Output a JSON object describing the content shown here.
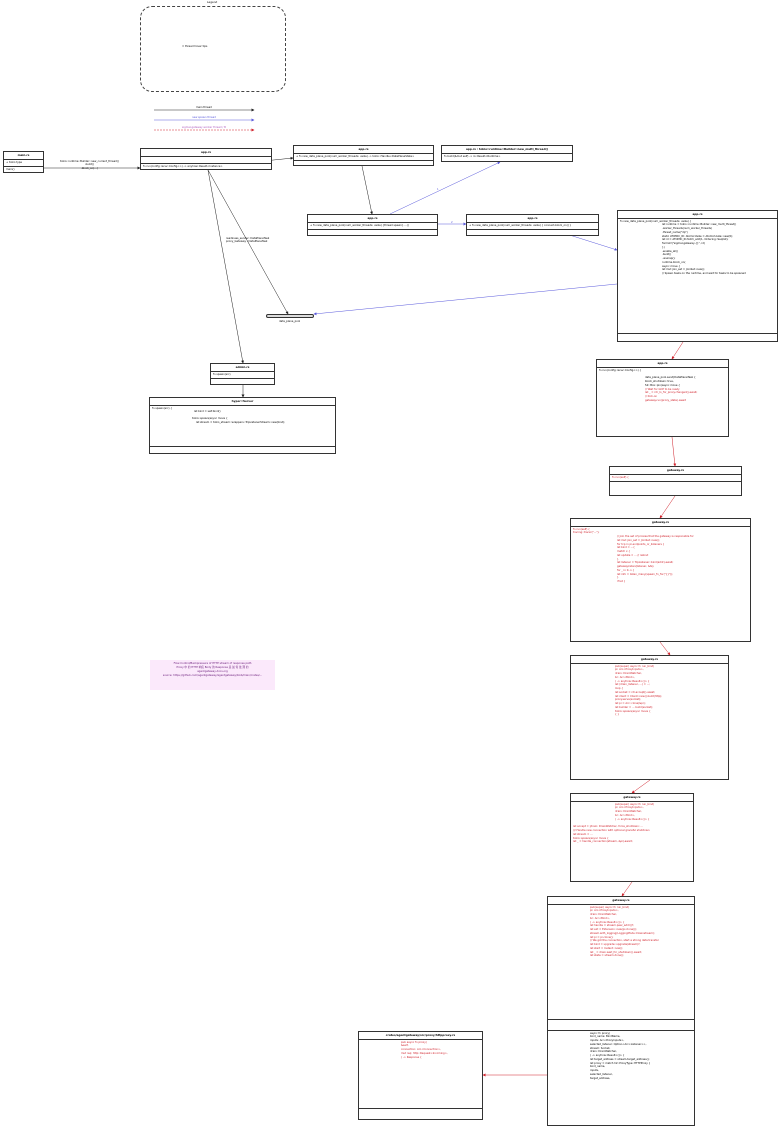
{
  "legend": {
    "title": "Legend",
    "thread_hover": "= thread hover tips",
    "main_thread": "main thread",
    "new_spawn": "new spawn thread",
    "sidecar_spawn": "sigmal-gateway worker thread / B"
  },
  "boxes": {
    "main": {
      "title": "main.rs",
      "lines": [
        "+ tokio type",
        "main()"
      ]
    },
    "app1": {
      "title": "app.rs",
      "lines": [
        "",
        "fn run(config: &rsv::Config<>) -> anyhow::Result<Instance>"
      ]
    },
    "app2": {
      "title": "app.rs",
      "lines": [
        "+ fn new_data_plane_pool(num_worker_threads: usize) -> tokio::Handle<DataPlaneState>"
      ]
    },
    "tokio_builder": {
      "title": "app.rs : tokio::runtime::Builder::new_multi_thread()",
      "lines": [
        "fn build(&mut self) -> io::Result<Runtime>"
      ]
    },
    "app3": {
      "title": "app.rs",
      "lines": [
        "+ fn new_data_plane_pool(num_worker_threads: usize) {thread spawn} ...()"
      ]
    },
    "app4": {
      "title": "app.rs",
      "lines": [
        "+ fn new_data_plane_pool(num_worker_threads: usize) { connect-block_on() }"
      ]
    },
    "admin": {
      "title": "admin.rs",
      "lines": [
        "fn spawn(src)"
      ]
    },
    "hyper": {
      "title": "hyper::Server",
      "lines": [
        "fn spawn(src) {",
        "let bind = self.bind()",
        "tokio::spawn(async move {",
        "let stream = tokio_stream::wrappers::TcpListenerStream::new(bind);"
      ]
    },
    "app_big": {
      "title": "app.rs",
      "lines": [
        "fn new_data_plane_pool(num_worker_threads: usize) {",
        "let runtime = tokio::runtime::Builder::new_multi_thread()",
        ".worker_threads(num_worker_threads)",
        ".thread_name(\"dp\")",
        "static ATOMIC_ID: AtomicUsize = AtomicUsize::new(0);",
        "let id = ATOMIC_ID.fetch_add(1, Ordering::SeqCst);",
        "format!(\"sigmal-gateway-{}\", id)",
        "})",
        ".enable_all()",
        ".build()",
        ".unwrap();",
        "runtime.block_on(",
        "async move {",
        "let mut join_set = JoinSet::new();",
        "// Spawn tasks on the runtime, and wait for tasks to be spawned"
      ]
    },
    "app5": {
      "title": "app.rs",
      "lines": [
        "fn run(config: &rsv::Config<>) {",
        "data_plane_pool.send(DataPlaneTask {",
        "block_shutdown: true,",
        "fut: Box::pin(async move {",
        "// Wait for GCP to be ready",
        "let _ = rdr_lo_for_proxy.changed().await;",
        "// Kick-on",
        "gateway.run(proxy_state).await"
      ]
    },
    "gateway1": {
      "title": "gateway.rs",
      "lines": [
        "fn run(self) {"
      ]
    },
    "gateway2": {
      "title": "gateway.rs",
      "lines": [
        "fn run(self) {",
        "tracing::trace!(\"...\");",
        "// Join the set of proxies that the gateway is responsible for",
        "let mut join_set = JoinSet::new();",
        "for tcp in pi.endpoints_or_listeners {",
        "let bind = ...{",
        "match x {",
        "let update = ... // rebind",
        "}",
        "let listener = TcpListener::bind(addr).await;",
        "gateway.listen(listener, &ts);",
        "for _ in 0..n {",
        "let info = listen_many(spawn_fn_for(\"{}\"));",
        "}",
        "if let {"
      ]
    },
    "gateway3": {
      "title": "gateway.rs",
      "lines": [
        "pub(super) async fn run_bind(",
        "pi: Arc<ProxyInputs>,",
        "drain: DrainWatcher,",
        "bc: Arc<Bind>,",
        ") -> anyhow::Result<()> {",
        "let (drain_listener, ...) = ...;",
        "loop {",
        "let socket = rdr.accept().await;",
        "let client = Client::new().build(http);",
        "proxy.serve(socket);",
        "let pi = Arc::clone(&pi);",
        "let builder = ... build(socket);",
        "tokio::spawn(async move {",
        "{ }"
      ]
    },
    "gateway4": {
      "title": "gateway.rs",
      "lines": [
        "pub(super) async fn run_bind(",
        "pi: Arc<ProxyInputs>,",
        "drain: DrainWatcher,",
        "bc: Arc<Bind>,",
        ") -> anyhow::Result<()> {",
        "let accept = |drain: DrainWatcher, force_shutdown: ...",
        "/// Handle new connection with optional graceful shutdown",
        "let stream = ...",
        "tokio::spawn(async move {",
        "let _ = handle_connection(stream, &pi).await;"
      ]
    },
    "gateway5": {
      "title": "gateway.rs",
      "lines": [
        "pub(super) async fn run_bind(",
        "pi: Arc<ProxyInputs>,",
        "drain: DrainWatcher,",
        "bc: Arc<Bind>,",
        ") -> anyhow::Result<()> {",
        "let handle = stream.peer_addr()?;",
        "let ext = Extension::new(pi.clone());",
        "stream.with_logging(LoggingMode::Downstream);",
        "let pi = pi.clone();",
        "// We got the connection, start a strong data transfer",
        "let bind = upgrade::upgrade(stream)?;",
        "let start = Instant::now();",
        "let _ = drain.wait_for_shutdown().await;",
        "let state = stream.done();"
      ],
      "lines2": [
        "async fn proxy(",
        "bind_name: BindName,",
        "inputs: Arc<ProxyInputs>,",
        "selected_listener: Option<Arc<Listener>>,",
        "stream: Socket,",
        "drain: DrainWatcher,",
        ") -> anyhow::Result<()> {",
        "let target_address = stream.target_address();",
        "let proxy = match h2::ProxyType::HTTPProxy {",
        "bind_name,",
        "inputs,",
        "selected_listener,",
        "target_address,"
      ]
    },
    "httpproxy": {
      "title": "crates/agentgateway/src/proxy/httpproxy.rs",
      "lines": [
        "pub async fn proxy(",
        "&self,",
        "connection: Arc<Connection>,",
        "mut req: http::Request<Incoming>,",
        ") -> Response {"
      ]
    }
  },
  "labels": {
    "main_to_app": "tokio::runtime::Builder::new_current_thread()\n.build()\n.block_on(...)",
    "app_to_pool": "readiness_sender: DataPlaneTask\nproxy_Gateway : DataPlaneTask",
    "pool": "data_plane_pool",
    "edge_1": "1",
    "edge_2": "2"
  },
  "note": {
    "lines": [
      "Flow Control/Backpressure of HTTP stream of response path",
      "Proxy 中 的 HTTP 响应 Body 的 Response 是 如 何 处 理 的",
      "agentgateway-docs.org",
      "source: https://github.com/agentgateway/agentgateway/blob/main/crates/..."
    ]
  },
  "colors": {
    "accent_blue": "#5a5adc",
    "accent_red": "#d0202a",
    "accent_purple": "#b060c0"
  }
}
